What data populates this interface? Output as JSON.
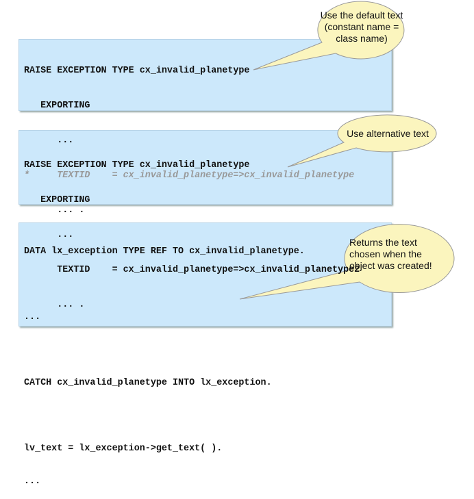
{
  "block1": {
    "lines": [
      "RAISE EXCEPTION TYPE cx_invalid_planetype",
      "   EXPORTING",
      "      ...",
      "*     TEXTID    = cx_invalid_planetype=>cx_invalid_planetype",
      "      ... ."
    ]
  },
  "block2": {
    "lines": [
      "RAISE EXCEPTION TYPE cx_invalid_planetype",
      "   EXPORTING",
      "      ...",
      "      TEXTID    = cx_invalid_planetype=>cx_invalid_planetype2",
      "      ... ."
    ]
  },
  "block3": {
    "lines": [
      "DATA lx_exception TYPE REF TO cx_invalid_planetype.",
      "",
      "...",
      "",
      "CATCH cx_invalid_planetype INTO lx_exception.",
      "",
      "lv_text = lx_exception->get_text( ).",
      "..."
    ]
  },
  "callouts": [
    {
      "lines": [
        "Use the default text",
        "(constant name  =",
        "class name)"
      ]
    },
    {
      "lines": [
        "Use alternative text"
      ]
    },
    {
      "lines": [
        "Returns the text",
        "chosen when the",
        "object was created!"
      ]
    }
  ],
  "colors": {
    "box": "#cce8fb",
    "bubble": "#fbf5be",
    "comment": "#999999"
  }
}
